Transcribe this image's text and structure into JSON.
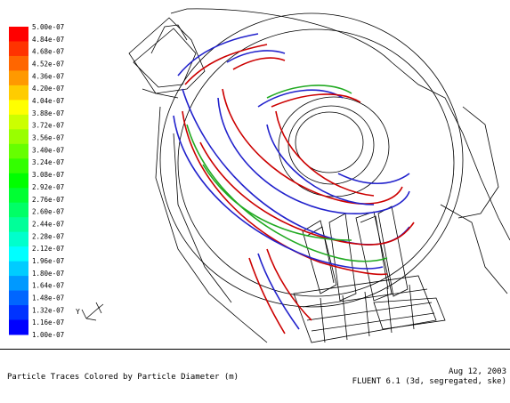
{
  "colormap": {
    "labels": [
      "5.00e-07",
      "4.84e-07",
      "4.68e-07",
      "4.52e-07",
      "4.36e-07",
      "4.20e-07",
      "4.04e-07",
      "3.88e-07",
      "3.72e-07",
      "3.56e-07",
      "3.40e-07",
      "3.24e-07",
      "3.08e-07",
      "2.92e-07",
      "2.76e-07",
      "2.60e-07",
      "2.44e-07",
      "2.28e-07",
      "2.12e-07",
      "1.96e-07",
      "1.80e-07",
      "1.64e-07",
      "1.48e-07",
      "1.32e-07",
      "1.16e-07",
      "1.00e-07"
    ],
    "colors": [
      "#ff0000",
      "#ff3300",
      "#ff6600",
      "#ff9900",
      "#ffcc00",
      "#ffff00",
      "#ccff00",
      "#99ff00",
      "#66ff00",
      "#33ff00",
      "#00ff00",
      "#00ff33",
      "#00ff66",
      "#00ff99",
      "#00ffcc",
      "#00ffff",
      "#00ccff",
      "#0099ff",
      "#0066ff",
      "#0033ff",
      "#0000ff"
    ]
  },
  "axis_triad": {
    "y_label": "Y"
  },
  "caption": {
    "title": "Particle Traces Colored by Particle Diameter (m)",
    "date": "Aug 12, 2003",
    "solver": "FLUENT 6.1 (3d, segregated, ske)"
  },
  "trace_colors": [
    "#cc0000",
    "#2222cc",
    "#22aa22",
    "#ee8800"
  ]
}
